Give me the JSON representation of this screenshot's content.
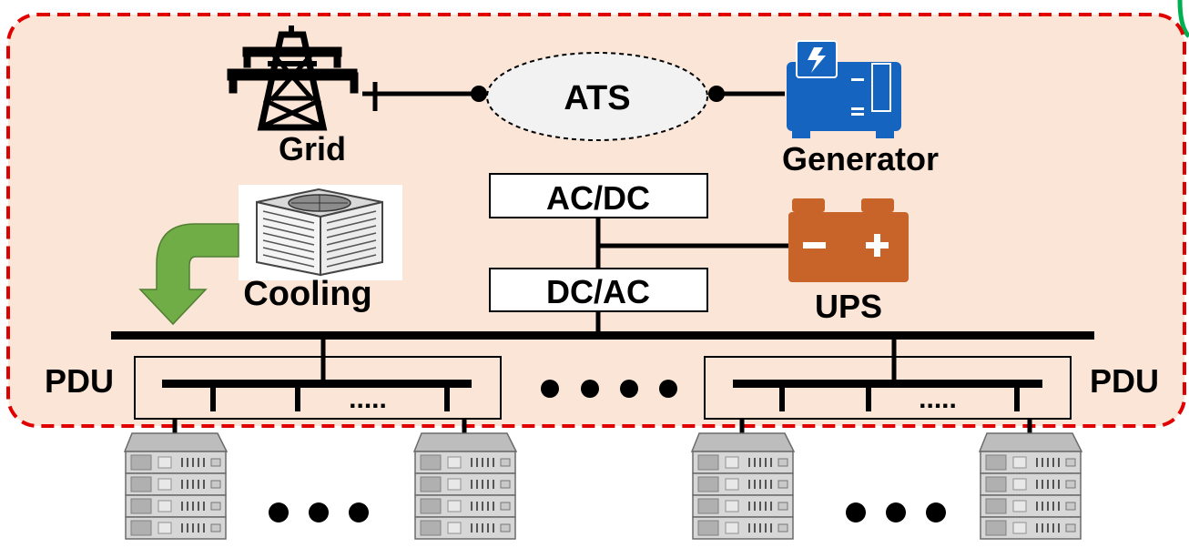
{
  "labels": {
    "grid": "Grid",
    "ats": "ATS",
    "generator": "Generator",
    "ac_dc": "AC/DC",
    "dc_ac": "DC/AC",
    "cooling": "Cooling",
    "ups": "UPS",
    "pdu_left": "PDU",
    "pdu_right": "PDU",
    "pdu_dots_left": ".....",
    "pdu_dots_right": "....."
  },
  "icons": [
    "transmission-tower-icon",
    "generator-icon",
    "battery-icon",
    "cooling-unit-icon",
    "server-rack-icon",
    "down-arrow-icon"
  ],
  "colors": {
    "facility_region_fill": "#fbe5d6",
    "facility_region_border": "#e00000",
    "generator": "#1565c0",
    "battery": "#c8632a",
    "arrow": "#70ad47",
    "corner_accent": "#00b050"
  }
}
